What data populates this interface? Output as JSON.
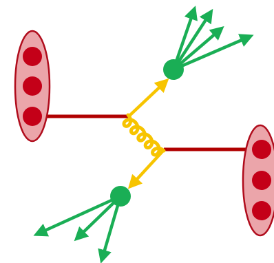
{
  "diagram": {
    "kind": "hadron-collision-event",
    "colors": {
      "proton_fill": "#EBA5AA",
      "proton_outline": "#B00C1C",
      "quark_fill": "#C40018",
      "parton_line": "#B00000",
      "gluon": "#F7C400",
      "jet": "#1AAE55"
    },
    "protons": [
      {
        "id": "left-proton",
        "quarks": 3
      },
      {
        "id": "right-proton",
        "quarks": 3
      }
    ],
    "outgoing_jets": [
      {
        "id": "upper-jet",
        "tracks": 4
      },
      {
        "id": "lower-jet",
        "tracks": 3
      }
    ]
  }
}
